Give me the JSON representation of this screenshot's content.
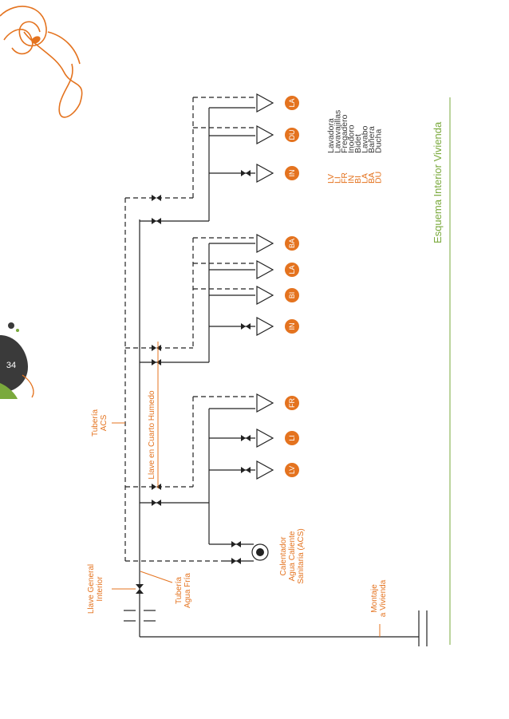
{
  "page_number": "34",
  "title": "Esquema Interior Vivienda",
  "labels": {
    "tuberia_acs": [
      "Tubería",
      "ACS"
    ],
    "llave_cuarto_humedo": "Llave en Cuarto Humedo",
    "llave_general": [
      "Llave General",
      "Interior"
    ],
    "tuberia_agua_fria": [
      "Tubería",
      "Agua Fría"
    ],
    "calentador": [
      "Calentador",
      "Agua Caliente",
      "Sanitaria (ACS)"
    ],
    "montaje": [
      "Montaje",
      "a Vivienda"
    ]
  },
  "fixtures": {
    "group_right": [
      "LA",
      "DU",
      "IN"
    ],
    "group_middle": [
      "BA",
      "LA",
      "BI",
      "IN"
    ],
    "group_left": [
      "FR",
      "LI",
      "LV"
    ]
  },
  "legend": [
    {
      "code": "LV",
      "name": "Lavadora"
    },
    {
      "code": "LI",
      "name": "Lavavajillas"
    },
    {
      "code": "FR",
      "name": "Fregadero"
    },
    {
      "code": "IN",
      "name": "Inodoro"
    },
    {
      "code": "BI",
      "name": "Bidet"
    },
    {
      "code": "LA",
      "name": "Lavabo"
    },
    {
      "code": "BA",
      "name": "Bañera"
    },
    {
      "code": "DU",
      "name": "Ducha"
    }
  ],
  "colors": {
    "accent": "#e4731f",
    "green": "#7aa93c",
    "dark": "#3a3a3a"
  }
}
